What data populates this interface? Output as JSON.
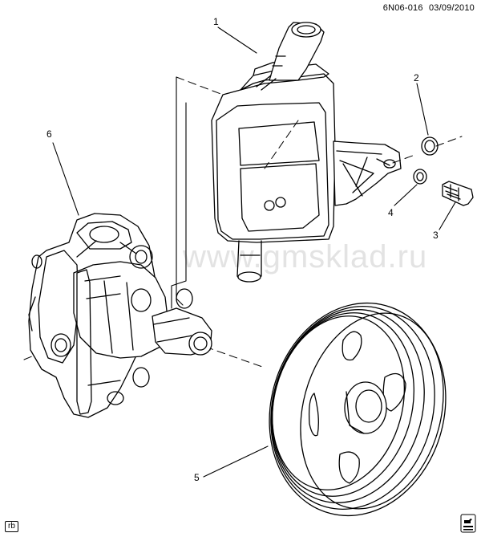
{
  "header": {
    "diagram_code": "6N06-016",
    "date": "03/09/2010"
  },
  "callouts": {
    "c1": "1",
    "c2": "2",
    "c3": "3",
    "c4": "4",
    "c5": "5",
    "c6": "6"
  },
  "watermark": "www.gmsklad.ru",
  "footer": {
    "corner_label": "rb"
  },
  "icons": {
    "corner": "oil-can-icon"
  }
}
